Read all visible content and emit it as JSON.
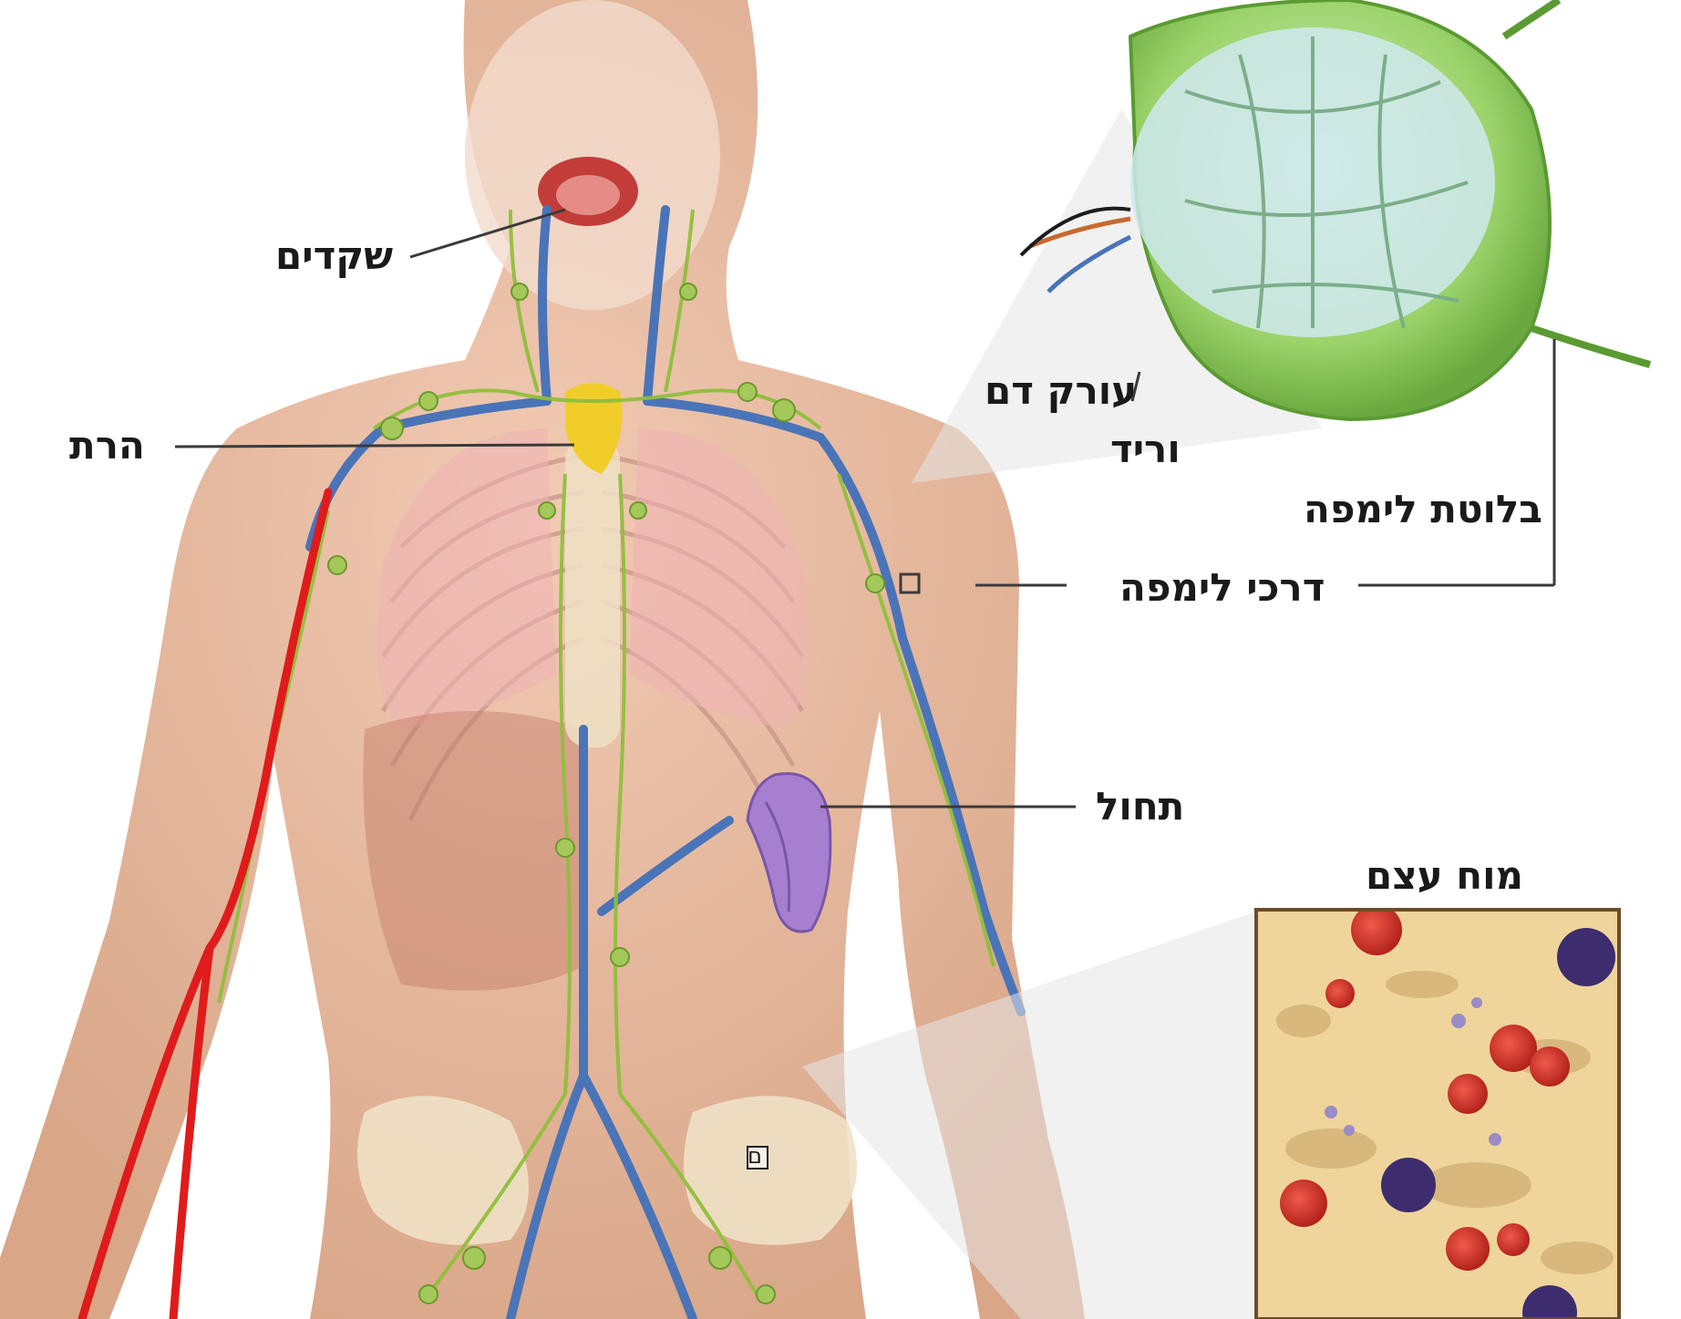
{
  "labels": {
    "tonsils": "שקדים",
    "thymus": "הרת",
    "artery": "עורק דם",
    "vein": "וריד",
    "lymph_node": "בלוטת לימפה",
    "lymph_vessels": "דרכי לימפה",
    "spleen": "תחול",
    "bone_marrow": "מוח עצם",
    "small_box": "ם"
  },
  "colors": {
    "skin": "#e8b79d",
    "lymph_vessel": "#8fbf3c",
    "vein": "#4a74b8",
    "artery": "#e01b1b",
    "lymph_node": "#97cf63",
    "spleen": "#a77fd0",
    "marrow_bg": "#efd59b",
    "red_cell": "#d9362d",
    "thymus": "#f1cd2a"
  }
}
